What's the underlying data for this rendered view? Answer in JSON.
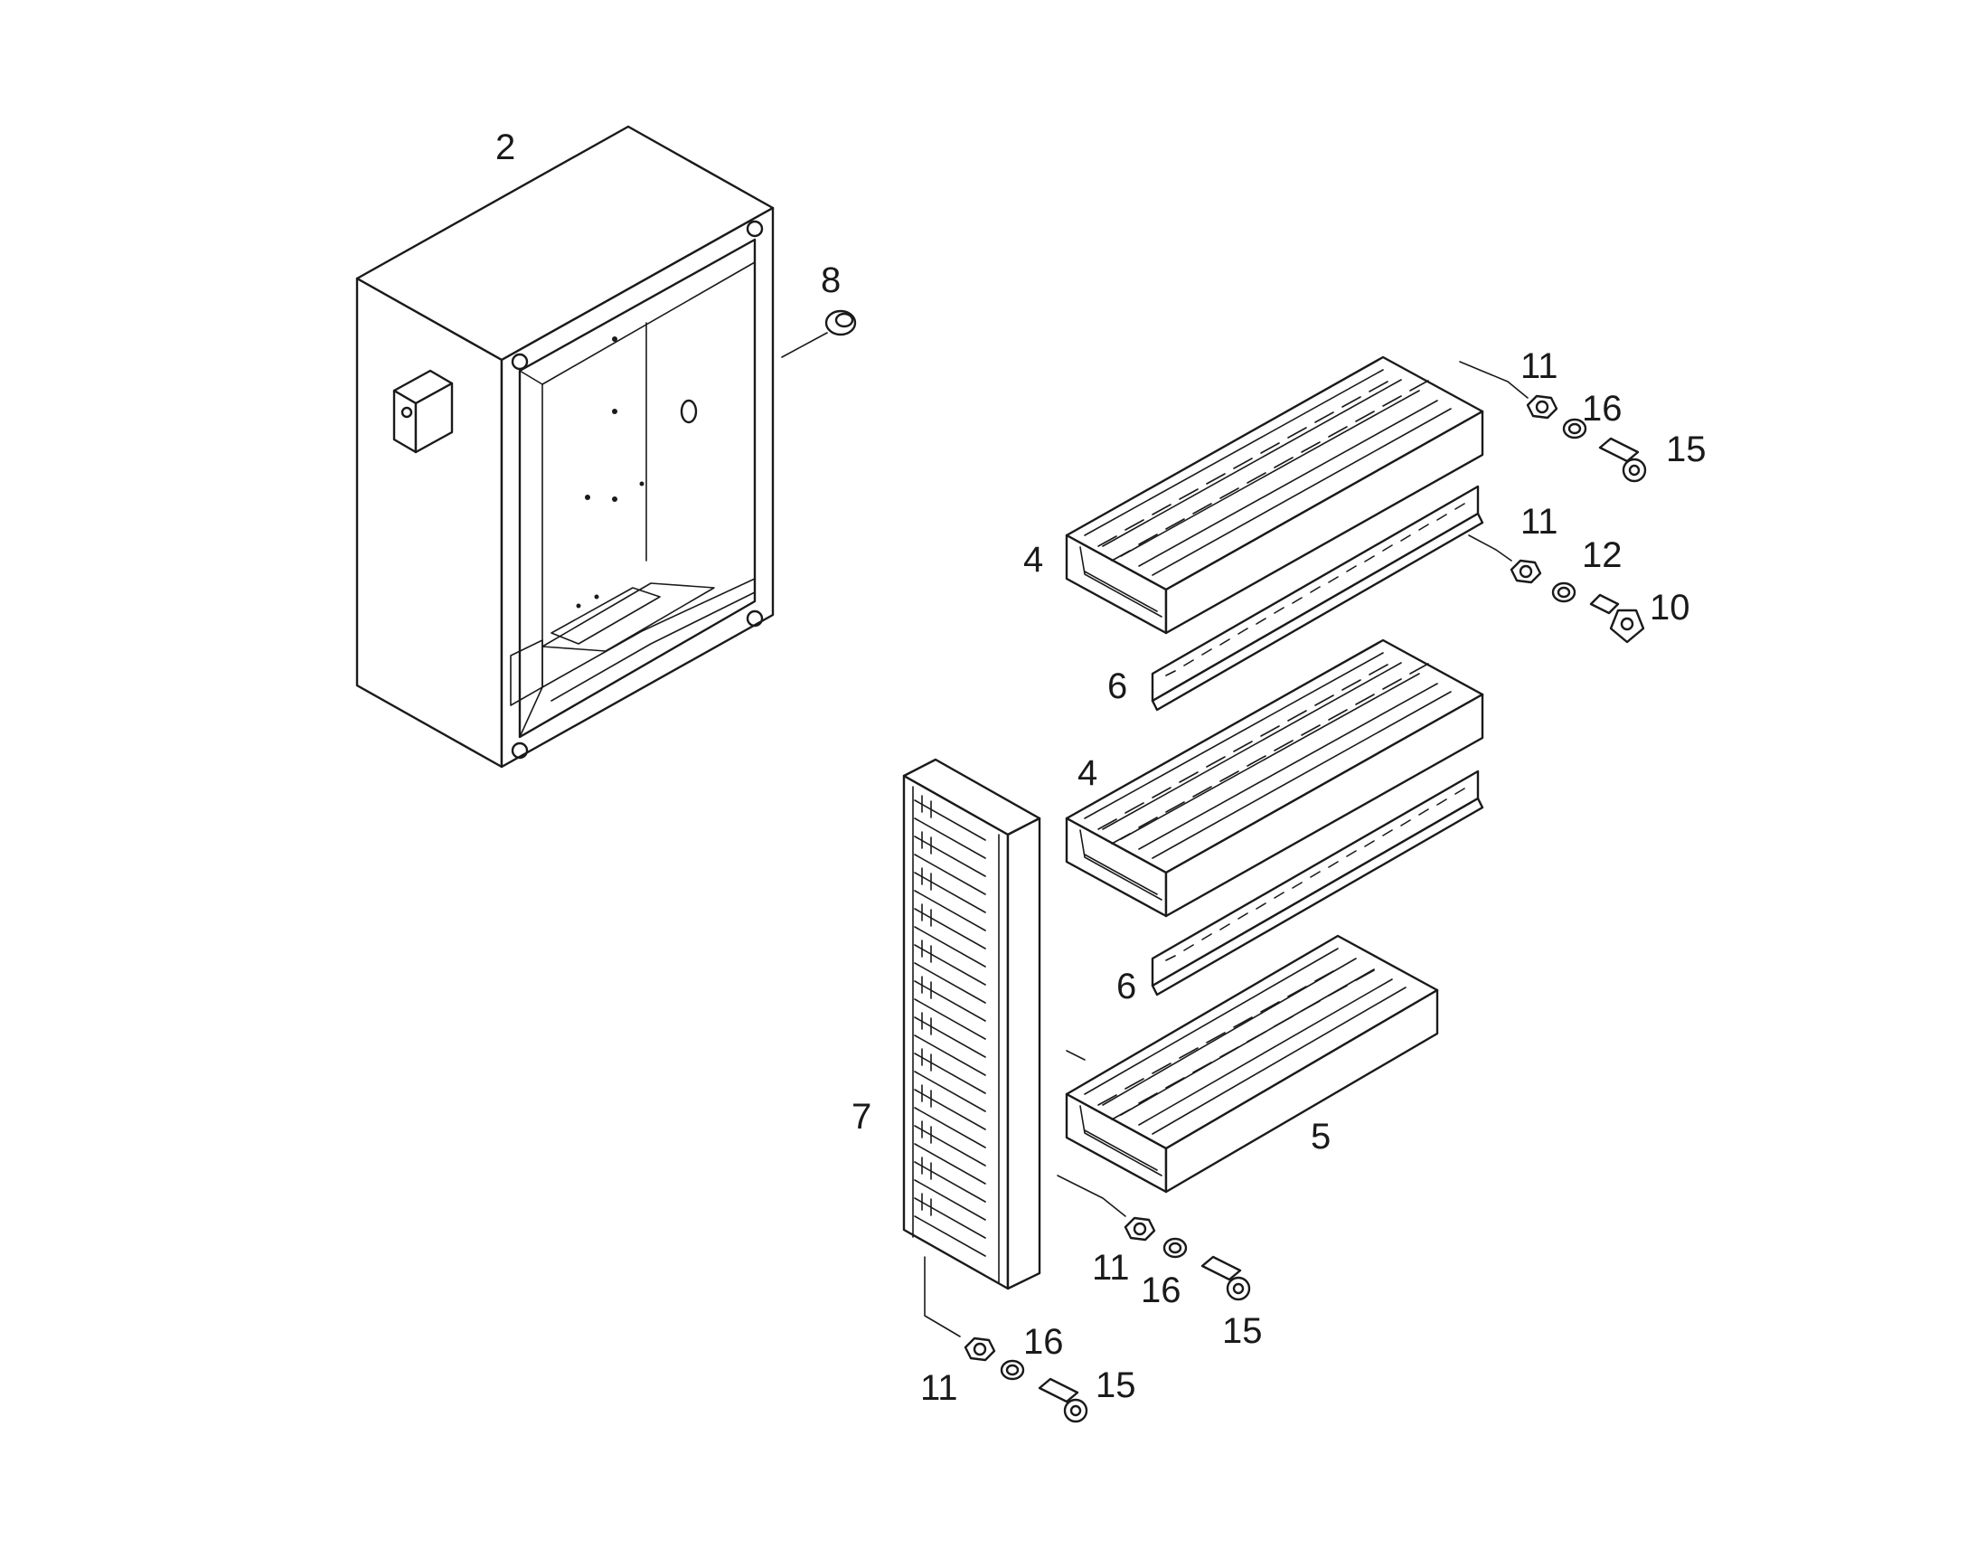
{
  "callouts": {
    "c2": "2",
    "c8": "8",
    "c4a": "4",
    "c4b": "4",
    "c5": "5",
    "c6a": "6",
    "c6b": "6",
    "c7": "7",
    "c11a": "11",
    "c16a": "16",
    "c15a": "15",
    "c11b": "11",
    "c12": "12",
    "c10": "10",
    "c11c": "11",
    "c16b": "16",
    "c15b": "15",
    "c11d": "11",
    "c16c": "16",
    "c15c": "15"
  },
  "colors": {
    "line": "#1a1a1a",
    "background": "#ffffff"
  }
}
